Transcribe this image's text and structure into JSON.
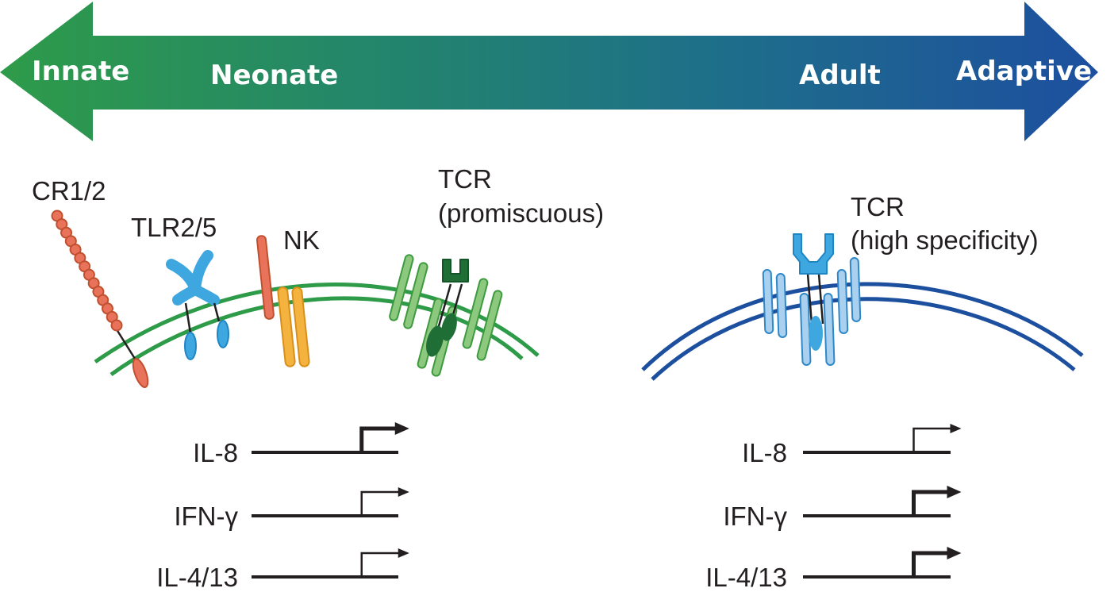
{
  "spectrum": {
    "innate": "Innate",
    "neonate": "Neonate",
    "adult": "Adult",
    "adaptive": "Adaptive",
    "colors": {
      "green": "#2e9b49",
      "blue": "#1d4f9f"
    }
  },
  "receptors": {
    "cr": "CR1/2",
    "tlr": "TLR2/5",
    "nk": "NK",
    "tcr_neonate": {
      "line1": "TCR",
      "line2": "(promiscuous)"
    },
    "tcr_adult": {
      "line1": "TCR",
      "line2": "(high specificity)"
    }
  },
  "genes": {
    "neonate": [
      {
        "name": "IL-8",
        "expression": "strong"
      },
      {
        "name": "IFN-γ",
        "expression": "weak"
      },
      {
        "name": "IL-4/13",
        "expression": "weak"
      }
    ],
    "adult": [
      {
        "name": "IL-8",
        "expression": "weak"
      },
      {
        "name": "IFN-γ",
        "expression": "strong"
      },
      {
        "name": "IL-4/13",
        "expression": "strong"
      }
    ]
  }
}
